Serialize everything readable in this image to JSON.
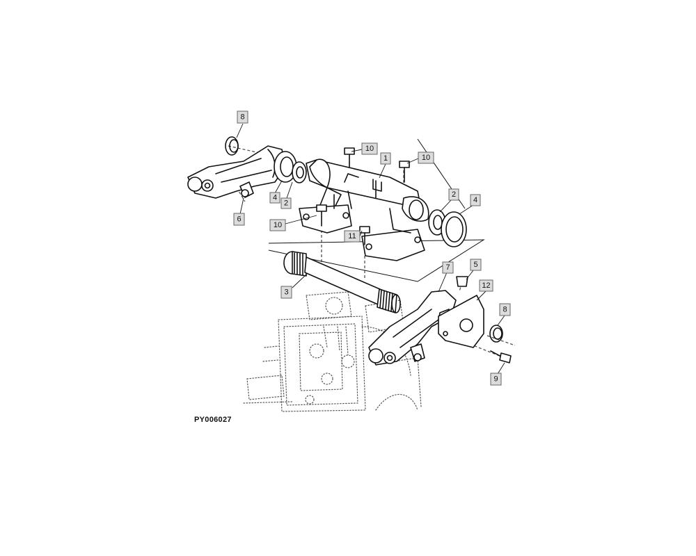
{
  "figure_id": "PY006027",
  "callouts": [
    {
      "name": "callout-8-top",
      "label": "8"
    },
    {
      "name": "callout-10-bolt-top",
      "label": "10"
    },
    {
      "name": "callout-1",
      "label": "1"
    },
    {
      "name": "callout-10-bolt-right",
      "label": "10"
    },
    {
      "name": "callout-4-left",
      "label": "4"
    },
    {
      "name": "callout-2-left",
      "label": "2"
    },
    {
      "name": "callout-2-right",
      "label": "2"
    },
    {
      "name": "callout-4-right",
      "label": "4"
    },
    {
      "name": "callout-6",
      "label": "6"
    },
    {
      "name": "callout-10-left",
      "label": "10"
    },
    {
      "name": "callout-11",
      "label": "11"
    },
    {
      "name": "callout-3",
      "label": "3"
    },
    {
      "name": "callout-7",
      "label": "7"
    },
    {
      "name": "callout-5",
      "label": "5"
    },
    {
      "name": "callout-12",
      "label": "12"
    },
    {
      "name": "callout-8-right",
      "label": "8"
    },
    {
      "name": "callout-9",
      "label": "9"
    }
  ]
}
